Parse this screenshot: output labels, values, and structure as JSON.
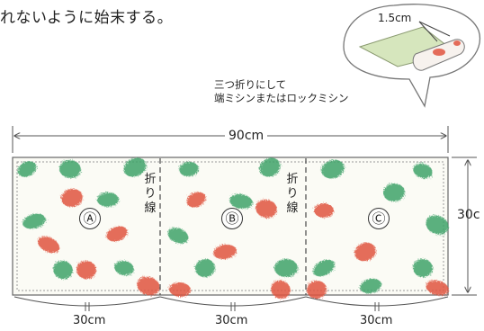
{
  "instruction": "れないように始末する。",
  "callout": {
    "dimension_label": "1.5cm"
  },
  "method_note": "三つ折りにして\n端ミシンまたはロックミシン",
  "dimensions": {
    "total_width": "90cm",
    "height": "30c",
    "panel_width": "30cm"
  },
  "fold_label": "折り線",
  "panels": [
    "Ⓐ",
    "Ⓑ",
    "Ⓒ"
  ],
  "colors": {
    "fabric": "#fbfbf5",
    "green_dot": "#3fa36a",
    "red_dot": "#e0553f",
    "callout_bubble": "#dbe8c6",
    "line": "#555555"
  }
}
